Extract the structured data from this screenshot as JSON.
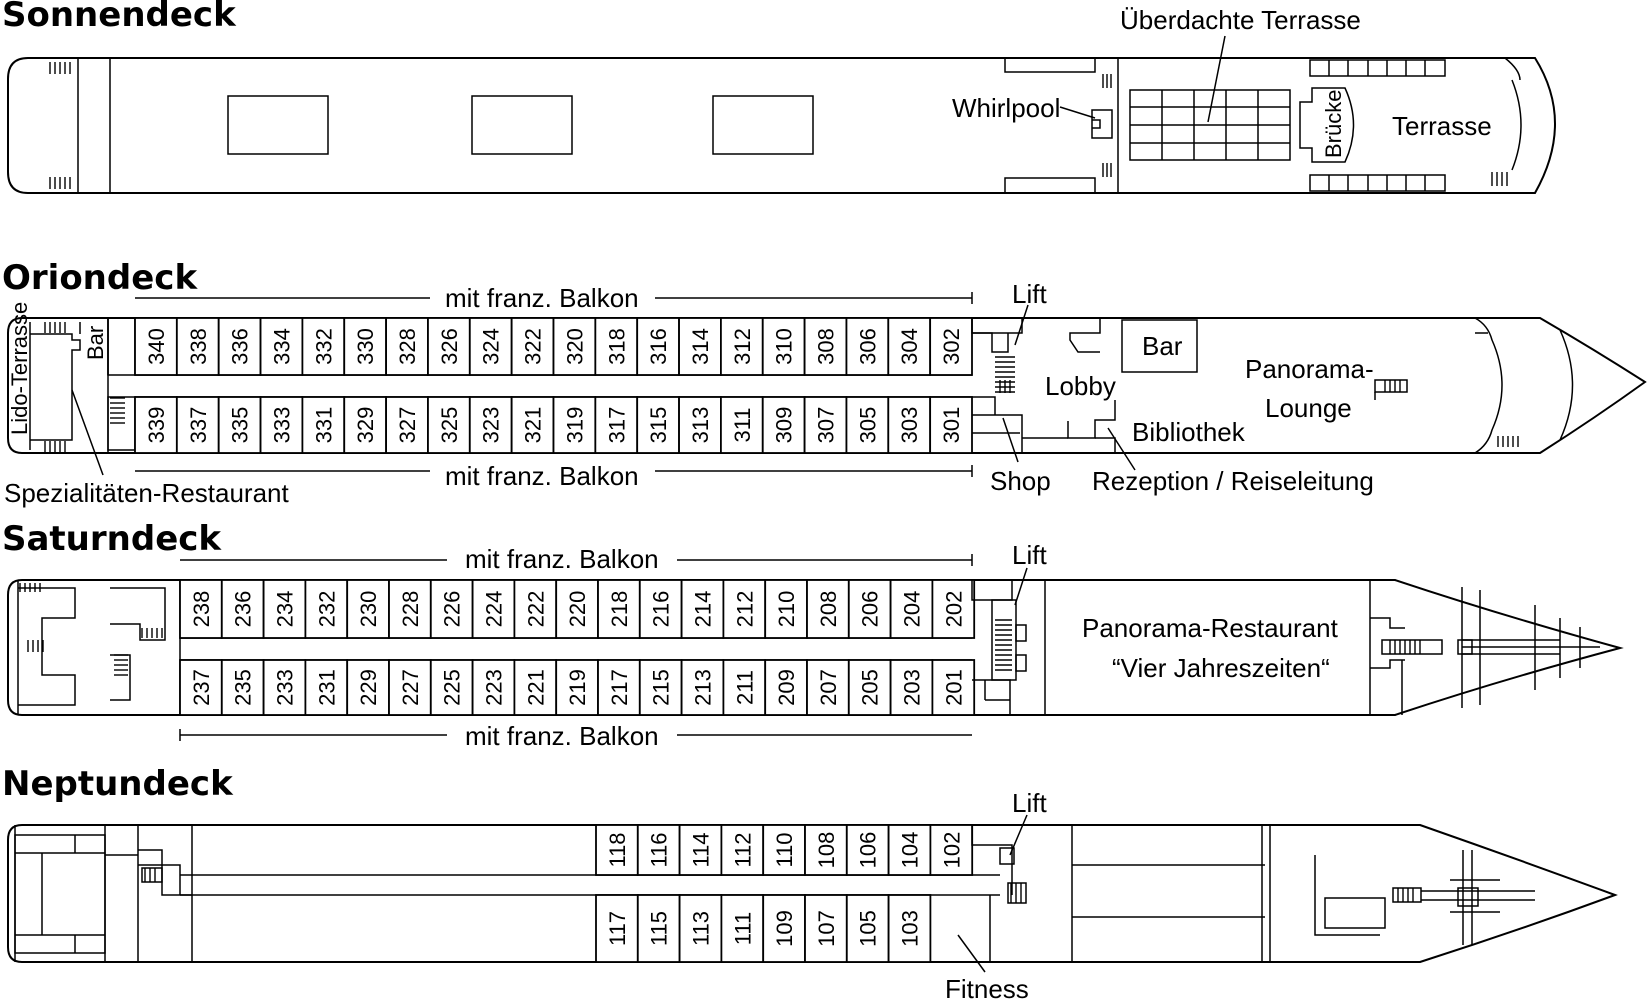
{
  "decks": {
    "sonnendeck": {
      "title": "Sonnendeck",
      "labels": {
        "ueberdachte_terrasse": "Überdachte Terrasse",
        "whirlpool": "Whirlpool",
        "bruecke": "Brücke",
        "terrasse": "Terrasse"
      }
    },
    "oriondeck": {
      "title": "Oriondeck",
      "balcony_top": "mit franz. Balkon",
      "balcony_bottom": "mit franz. Balkon",
      "cabins_top": [
        "340",
        "338",
        "336",
        "334",
        "332",
        "330",
        "328",
        "326",
        "324",
        "322",
        "320",
        "318",
        "316",
        "314",
        "312",
        "310",
        "308",
        "306",
        "304",
        "302"
      ],
      "cabins_bottom": [
        "339",
        "337",
        "335",
        "333",
        "331",
        "329",
        "327",
        "325",
        "323",
        "321",
        "319",
        "317",
        "315",
        "313",
        "311",
        "309",
        "307",
        "305",
        "303",
        "301"
      ],
      "labels": {
        "lido_terrasse": "Lido-Terrasse",
        "bar_small": "Bar",
        "spezialitaeten_restaurant": "Spezialitäten-Restaurant",
        "lift": "Lift",
        "lobby": "Lobby",
        "bar": "Bar",
        "panorama_lounge_1": "Panorama-",
        "panorama_lounge_2": "Lounge",
        "bibliothek": "Bibliothek",
        "shop": "Shop",
        "rezeption": "Rezeption / Reiseleitung"
      }
    },
    "saturndeck": {
      "title": "Saturndeck",
      "balcony_top": "mit franz. Balkon",
      "balcony_bottom": "mit franz. Balkon",
      "cabins_top": [
        "238",
        "236",
        "234",
        "232",
        "230",
        "228",
        "226",
        "224",
        "222",
        "220",
        "218",
        "216",
        "214",
        "212",
        "210",
        "208",
        "206",
        "204",
        "202"
      ],
      "cabins_bottom": [
        "237",
        "235",
        "233",
        "231",
        "229",
        "227",
        "225",
        "223",
        "221",
        "219",
        "217",
        "215",
        "213",
        "211",
        "209",
        "207",
        "205",
        "203",
        "201"
      ],
      "labels": {
        "lift": "Lift",
        "panorama_restaurant_1": "Panorama-Restaurant",
        "panorama_restaurant_2": "“Vier Jahreszeiten“"
      }
    },
    "neptundeck": {
      "title": "Neptundeck",
      "cabins_top": [
        "118",
        "116",
        "114",
        "112",
        "110",
        "108",
        "106",
        "104",
        "102"
      ],
      "cabins_bottom": [
        "117",
        "115",
        "113",
        "111",
        "109",
        "107",
        "105",
        "103"
      ],
      "labels": {
        "lift": "Lift",
        "fitness": "Fitness"
      }
    }
  }
}
